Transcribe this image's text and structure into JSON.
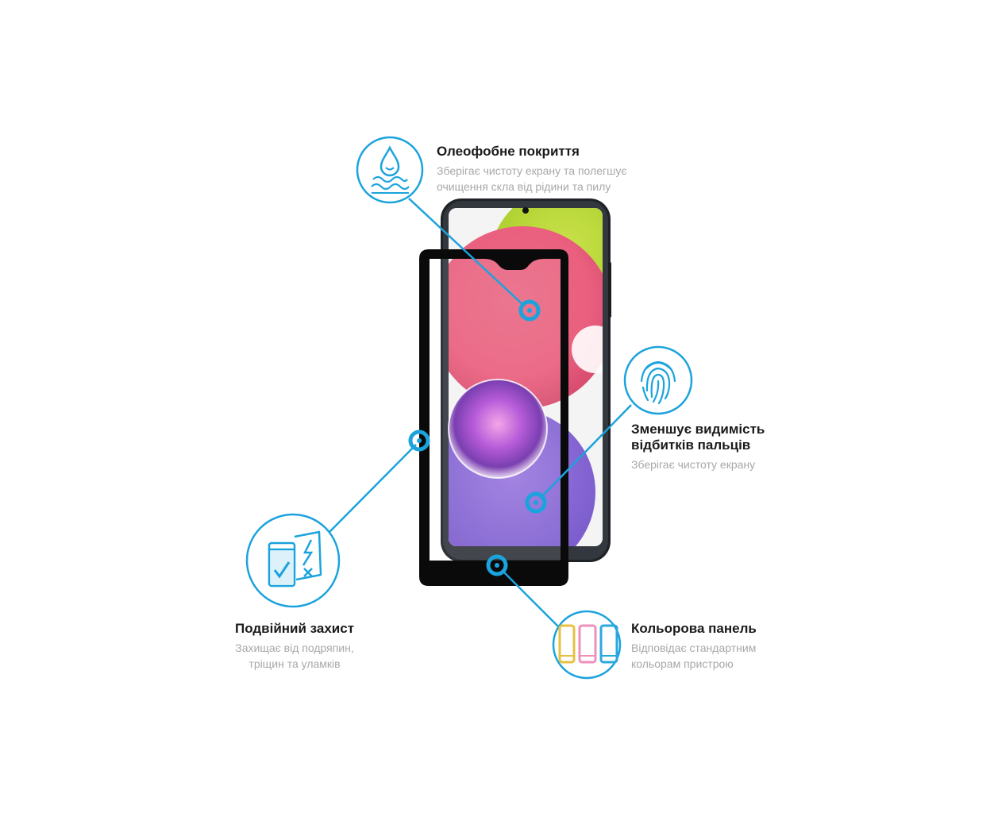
{
  "features": {
    "oleophobic": {
      "title": "Олеофобне покриття",
      "desc_lines": [
        "Зберігає чистоту екрану та полегшує",
        "очищення скла від рідини та пилу"
      ],
      "icon": "water-drop-icon"
    },
    "fingerprint": {
      "title_lines": [
        "Зменшує видимість",
        "відбитків пальців"
      ],
      "desc_lines": [
        "Зберігає чистоту екрану"
      ],
      "icon": "fingerprint-icon"
    },
    "double_protection": {
      "title": "Подвійний захист",
      "desc_lines": [
        "Захищає від подряпин,",
        "тріщин та уламків"
      ],
      "icon": "double-protection-icon"
    },
    "color_panel": {
      "title": "Кольорова панель",
      "desc_lines": [
        "Відповідає стандартним",
        "кольорам пристрою"
      ],
      "icon": "color-phones-icon"
    }
  },
  "colors": {
    "accent": "#1ba3dd",
    "phone_body": "#2a2d33",
    "glass_frame": "#0a0a0a",
    "title_text": "#1a1a1a",
    "desc_text": "#a8a8a8"
  }
}
